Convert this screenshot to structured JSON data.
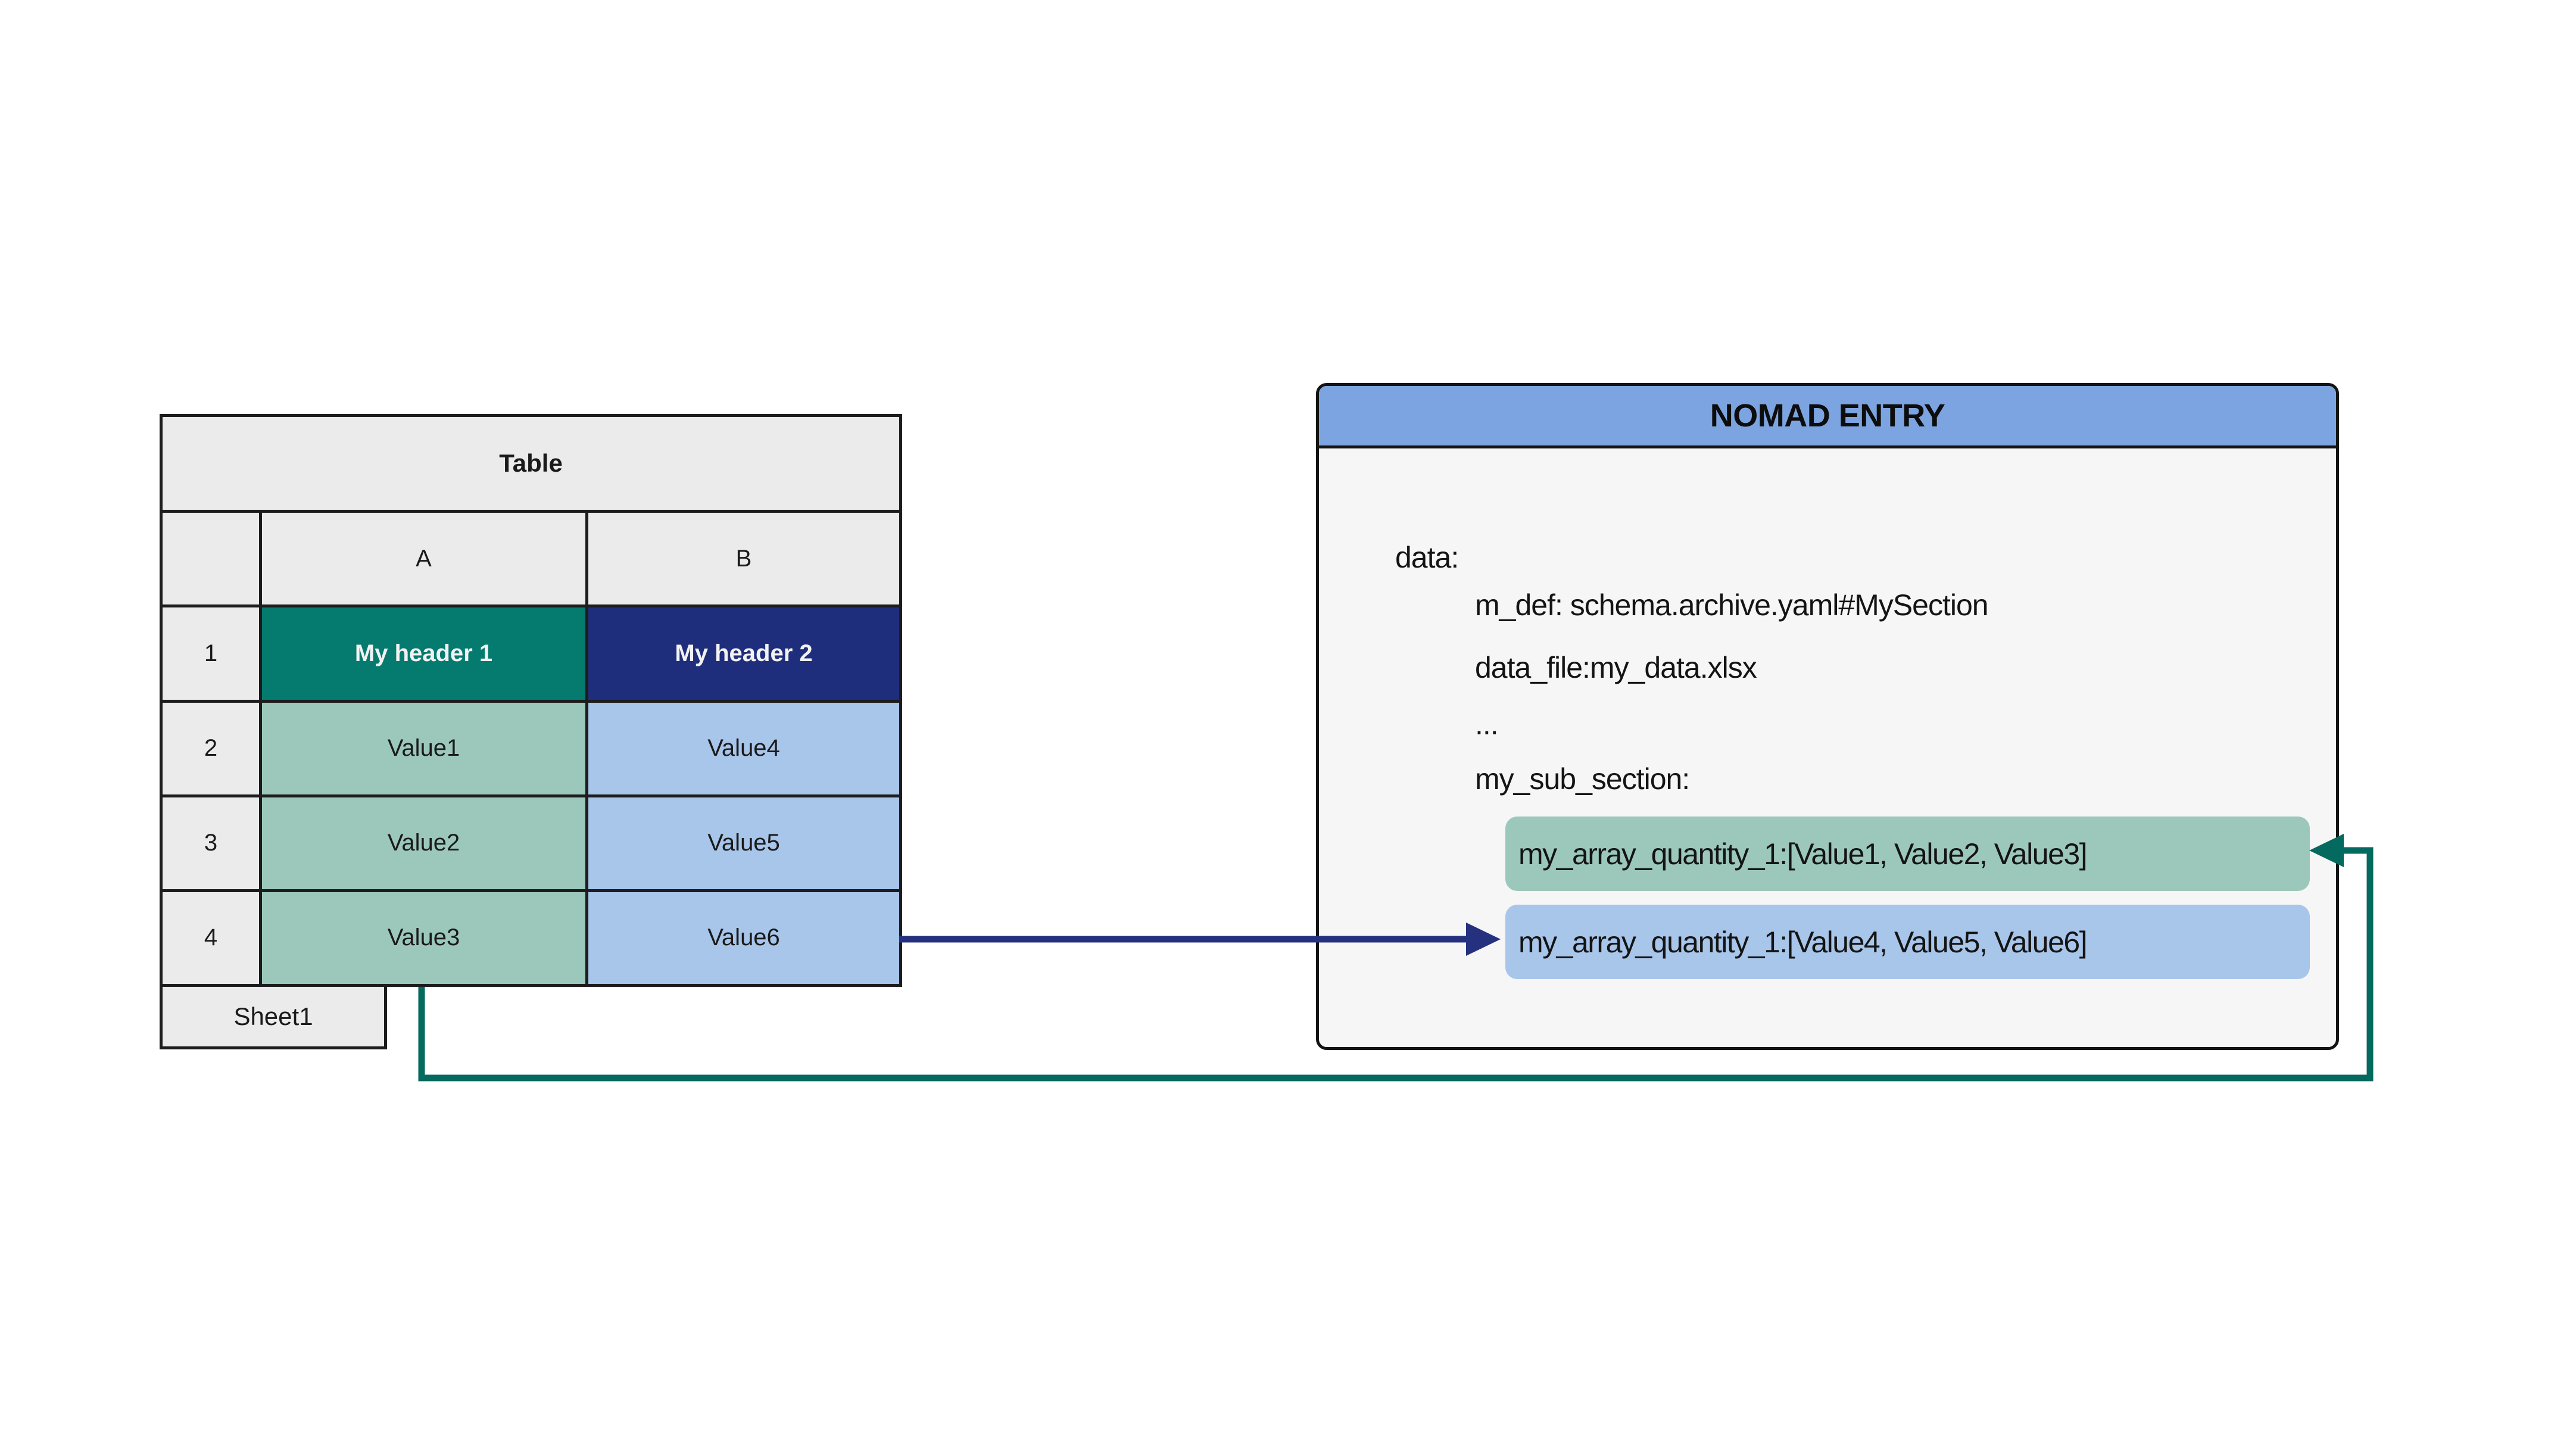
{
  "colors": {
    "table_header_gray": "#ebebeb",
    "table_border": "#1c1c1c",
    "header_cell_teal": "#057a6f",
    "header_cell_navy": "#1f2e7c",
    "cell_light_green": "#9cc8bb",
    "cell_light_blue": "#a8c5ea",
    "nomad_header_blue": "#7ca4e0",
    "nomad_body_bg": "#f6f6f6",
    "arrow_navy": "#25317f",
    "arrow_teal": "#046a5f"
  },
  "spreadsheet": {
    "title": "Table",
    "column_headers": [
      "A",
      "B"
    ],
    "rows": [
      {
        "num": "1",
        "a": "My header 1",
        "b": "My header 2"
      },
      {
        "num": "2",
        "a": "Value1",
        "b": "Value4"
      },
      {
        "num": "3",
        "a": "Value2",
        "b": "Value5"
      },
      {
        "num": "4",
        "a": "Value3",
        "b": "Value6"
      }
    ],
    "sheet_tab": "Sheet1"
  },
  "nomad_entry": {
    "title": "NOMAD ENTRY",
    "lines": {
      "data": "data:",
      "m_def": "m_def: schema.archive.yaml#MySection",
      "data_file": "data_file:my_data.xlsx",
      "ellipsis": "...",
      "my_sub_section": "my_sub_section:"
    },
    "pills": [
      {
        "id": "green",
        "text": "my_array_quantity_1:[Value1, Value2, Value3]"
      },
      {
        "id": "blue",
        "text": "my_array_quantity_1:[Value4, Value5, Value6]"
      }
    ]
  }
}
